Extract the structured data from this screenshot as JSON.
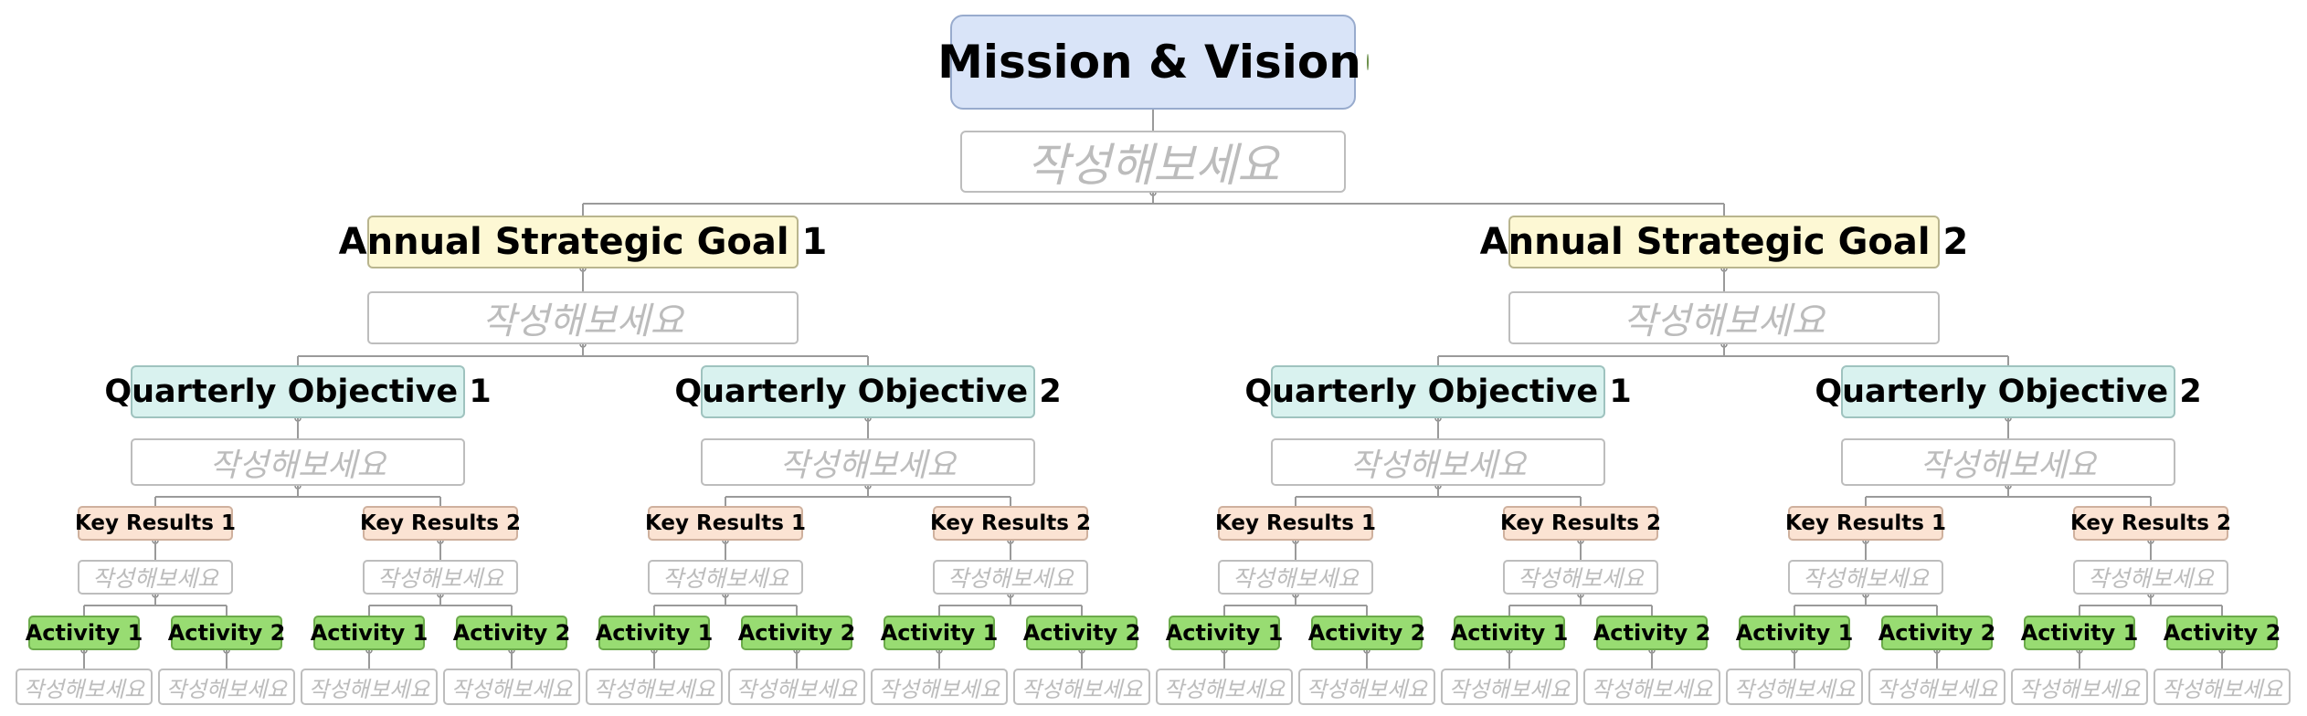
{
  "mission": {
    "title": "Mission & Vision",
    "icon": "globe-icon",
    "note": "작성해보세요"
  },
  "goals": [
    {
      "title": "Annual Strategic Goal 1",
      "note": "작성해보세요",
      "objectives": [
        {
          "title": "Quarterly Objective 1",
          "note": "작성해보세요",
          "keyresults": [
            {
              "title": "Key Results 1",
              "note": "작성해보세요",
              "activities": [
                {
                  "title": "Activity 1",
                  "note": "작성해보세요"
                },
                {
                  "title": "Activity 2",
                  "note": "작성해보세요"
                }
              ]
            },
            {
              "title": "Key Results 2",
              "note": "작성해보세요",
              "activities": [
                {
                  "title": "Activity 1",
                  "note": "작성해보세요"
                },
                {
                  "title": "Activity 2",
                  "note": "작성해보세요"
                }
              ]
            }
          ]
        },
        {
          "title": "Quarterly Objective 2",
          "note": "작성해보세요",
          "keyresults": [
            {
              "title": "Key Results 1",
              "note": "작성해보세요",
              "activities": [
                {
                  "title": "Activity 1",
                  "note": "작성해보세요"
                },
                {
                  "title": "Activity 2",
                  "note": "작성해보세요"
                }
              ]
            },
            {
              "title": "Key Results 2",
              "note": "작성해보세요",
              "activities": [
                {
                  "title": "Activity 1",
                  "note": "작성해보세요"
                },
                {
                  "title": "Activity 2",
                  "note": "작성해보세요"
                }
              ]
            }
          ]
        }
      ]
    },
    {
      "title": "Annual Strategic Goal 2",
      "note": "작성해보세요",
      "objectives": [
        {
          "title": "Quarterly Objective 1",
          "note": "작성해보세요",
          "keyresults": [
            {
              "title": "Key Results 1",
              "note": "작성해보세요",
              "activities": [
                {
                  "title": "Activity 1",
                  "note": "작성해보세요"
                },
                {
                  "title": "Activity 2",
                  "note": "작성해보세요"
                }
              ]
            },
            {
              "title": "Key Results 2",
              "note": "작성해보세요",
              "activities": [
                {
                  "title": "Activity 1",
                  "note": "작성해보세요"
                },
                {
                  "title": "Activity 2",
                  "note": "작성해보세요"
                }
              ]
            }
          ]
        },
        {
          "title": "Quarterly Objective 2",
          "note": "작성해보세요",
          "keyresults": [
            {
              "title": "Key Results 1",
              "note": "작성해보세요",
              "activities": [
                {
                  "title": "Activity 1",
                  "note": "작성해보세요"
                },
                {
                  "title": "Activity 2",
                  "note": "작성해보세요"
                }
              ]
            },
            {
              "title": "Key Results 2",
              "note": "작성해보세요",
              "activities": [
                {
                  "title": "Activity 1",
                  "note": "작성해보세요"
                },
                {
                  "title": "Activity 2",
                  "note": "작성해보세요"
                }
              ]
            }
          ]
        }
      ]
    }
  ]
}
